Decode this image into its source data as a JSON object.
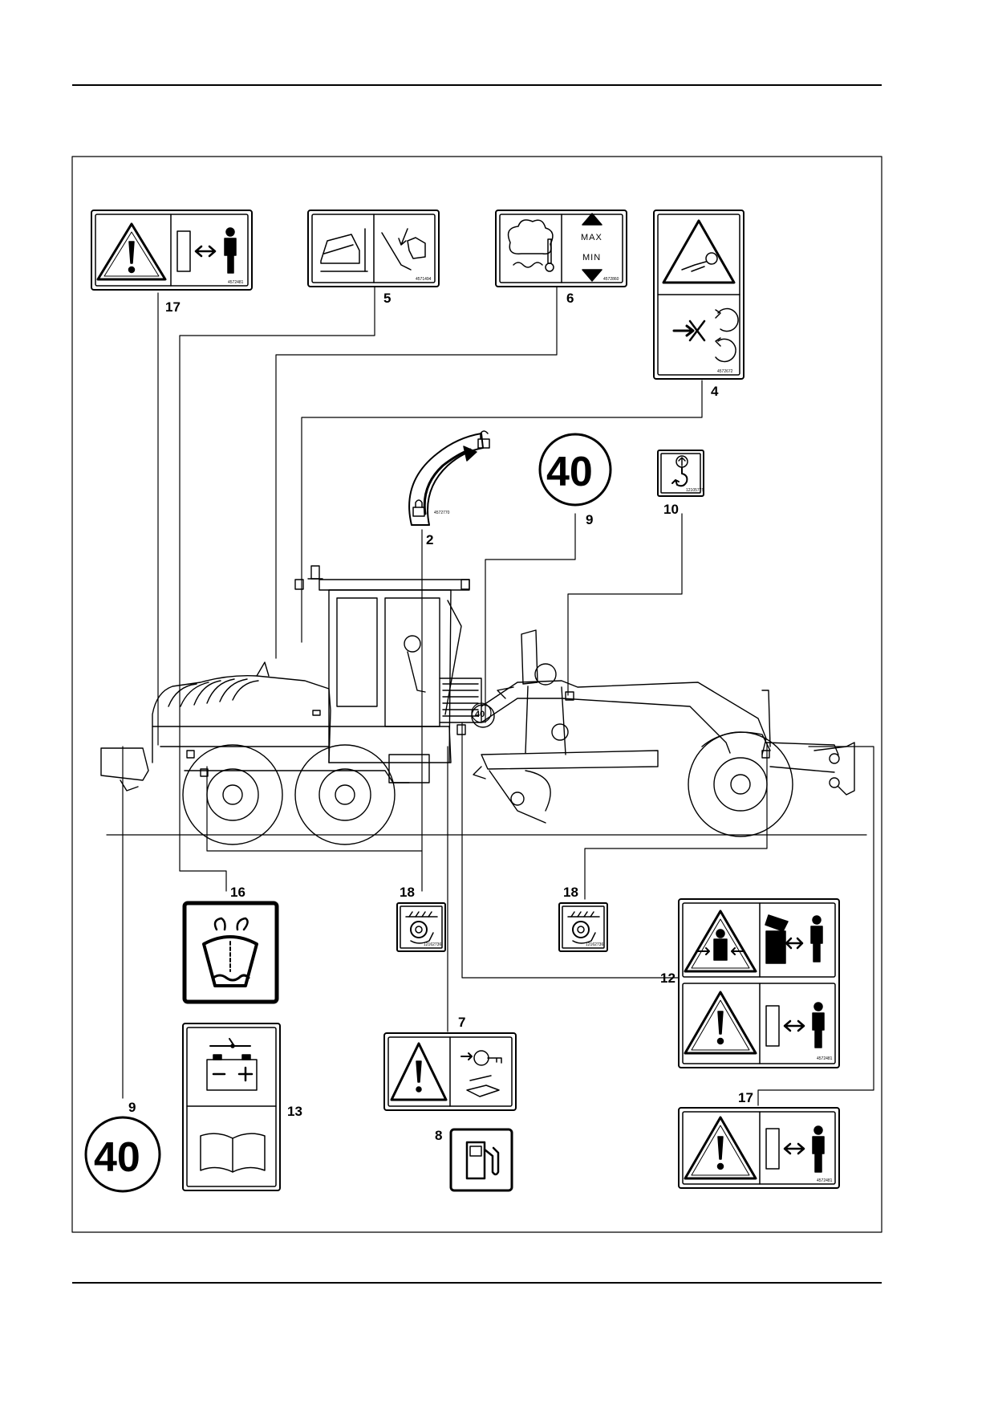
{
  "diagram": {
    "callouts": {
      "c17a": "17",
      "c5": "5",
      "c6": "6",
      "c4": "4",
      "c2": "2",
      "c9a": "9",
      "c10": "10",
      "c16": "16",
      "c18a": "18",
      "c18b": "18",
      "c12": "12",
      "c7": "7",
      "c13": "13",
      "c9b": "9",
      "c8": "8",
      "c17b": "17"
    },
    "decals": {
      "d17a_code": "4572481",
      "d5_code": "4571494",
      "d6_code": "4572860",
      "d6_max": "MAX",
      "d6_min": "MIN",
      "d4_code": "4572672",
      "d2_code": "4572770",
      "d40a_speed": "40",
      "d10_code": "12105775",
      "d18a_code": "12162736",
      "d18b_code": "12162736",
      "d12_code": "4572481",
      "d40b_speed": "40",
      "d17b_code": "4572481"
    },
    "colors": {
      "ink": "#000000",
      "paper": "#ffffff"
    }
  }
}
